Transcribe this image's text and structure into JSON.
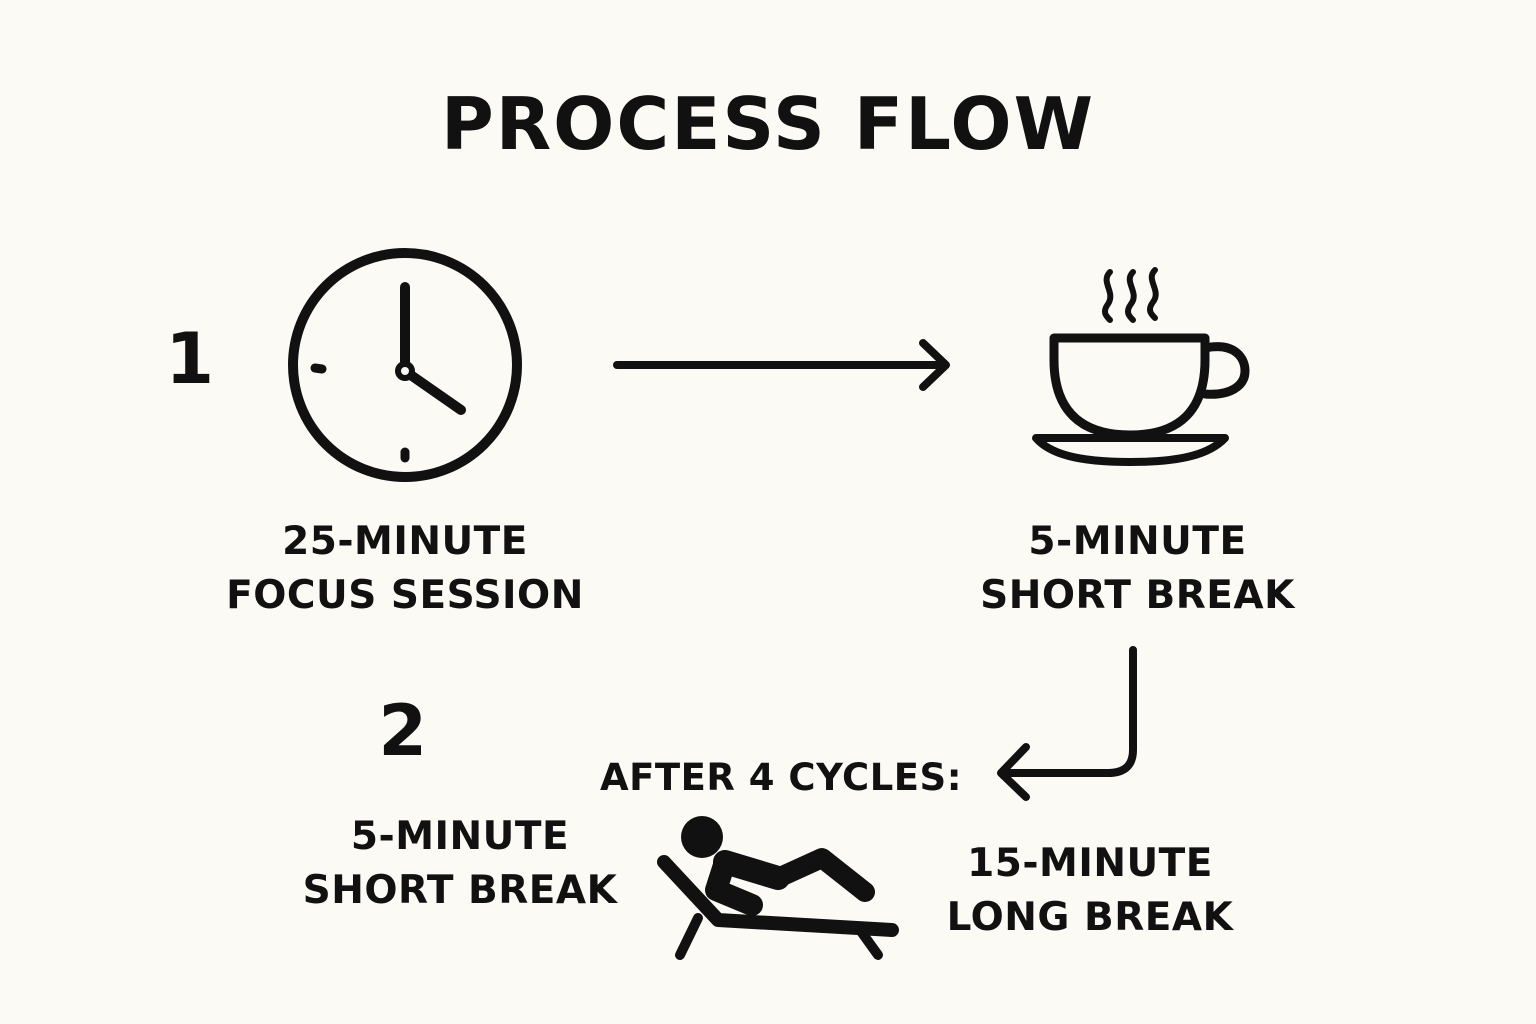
{
  "title": "PROCESS FLOW",
  "steps": [
    {
      "number": "1"
    },
    {
      "number": "2"
    }
  ],
  "labels": {
    "focus": [
      "25-MINUTE",
      "FOCUS SESSION"
    ],
    "short_break_top": [
      "5-MINUTE",
      "SHORT BREAK"
    ],
    "short_break_bottom": [
      "5-MINUTE",
      "SHORT BREAK"
    ],
    "long_break": [
      "15-MINUTE",
      "LONG BREAK"
    ]
  },
  "note": "AFTER 4 CYCLES:",
  "icons": {
    "focus": "clock-icon",
    "short_break": "coffee-cup-icon",
    "long_break": "reclining-person-icon",
    "arrows": [
      "arrow-right-icon",
      "arrow-down-left-icon"
    ]
  },
  "colors": {
    "background": "#fbfaf5",
    "ink": "#111111"
  }
}
